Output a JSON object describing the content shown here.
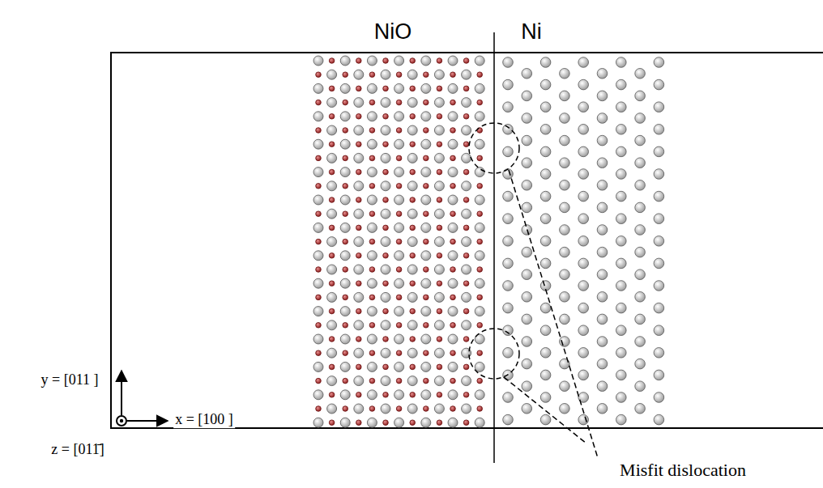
{
  "diagram": {
    "labels": [
      "NiO",
      "Ni",
      "y = [011 ]",
      "x = [100 ]",
      "z = [011̄]",
      "Misfit dislocation"
    ]
  }
}
